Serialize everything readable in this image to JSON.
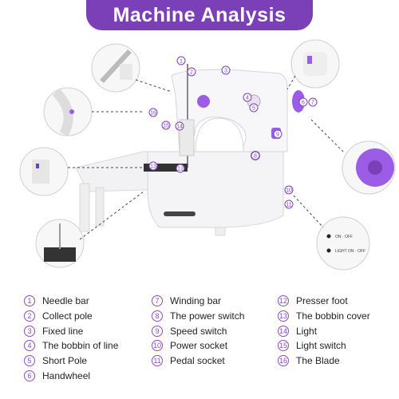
{
  "header": {
    "title": "Machine Analysis"
  },
  "callouts": [
    "1",
    "2",
    "3",
    "4",
    "5",
    "6",
    "7",
    "8",
    "9",
    "10",
    "11",
    "12",
    "13",
    "14",
    "15",
    "16"
  ],
  "panel_text": {
    "line1": "ON · OFF",
    "line2": "LIGHT ON · OFF"
  },
  "legend": {
    "col1": [
      {
        "num": "1",
        "label": "Needle bar"
      },
      {
        "num": "2",
        "label": "Collect pole"
      },
      {
        "num": "3",
        "label": "Fixed line"
      },
      {
        "num": "4",
        "label": "The bobbin of line"
      },
      {
        "num": "5",
        "label": "Short Pole"
      },
      {
        "num": "6",
        "label": "Handwheel"
      }
    ],
    "col2": [
      {
        "num": "7",
        "label": "Winding bar"
      },
      {
        "num": "8",
        "label": "The power switch"
      },
      {
        "num": "9",
        "label": "Speed switch"
      },
      {
        "num": "10",
        "label": "Power socket"
      },
      {
        "num": "11",
        "label": "Pedal socket"
      }
    ],
    "col3": [
      {
        "num": "12",
        "label": "Presser foot"
      },
      {
        "num": "13",
        "label": "The bobbin cover"
      },
      {
        "num": "14",
        "label": "Light"
      },
      {
        "num": "15",
        "label": "Light switch"
      },
      {
        "num": "16",
        "label": "The Blade"
      }
    ]
  },
  "colors": {
    "accent": "#7b3fb8",
    "machine": "#f4f4f6",
    "purple_part": "#9b5de5"
  }
}
